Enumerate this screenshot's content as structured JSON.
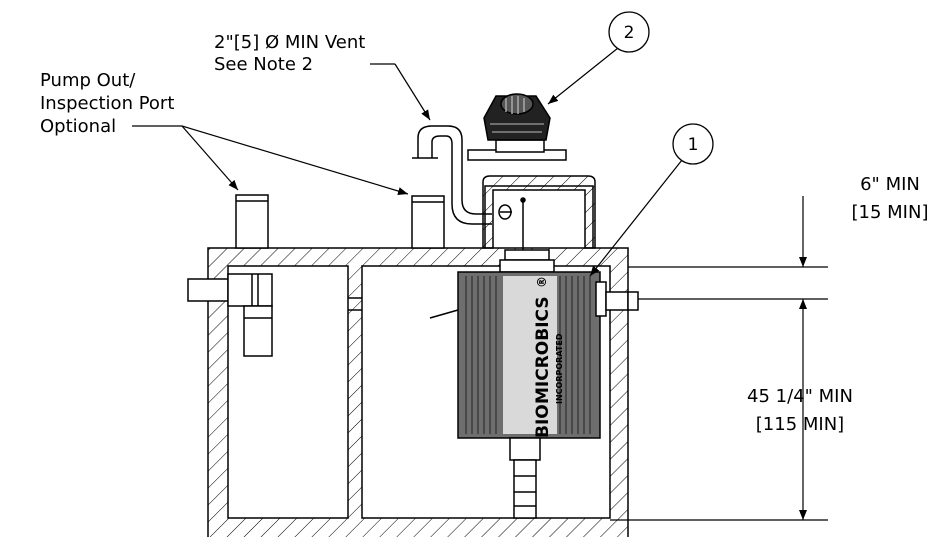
{
  "callouts": {
    "pump_out_line1": "Pump Out/",
    "pump_out_line2": "Inspection Port",
    "pump_out_line3": "Optional",
    "vent_line1": "2\"[5] Ø MIN Vent",
    "vent_line2": "See Note 2"
  },
  "balloons": {
    "unit": "1",
    "vent_cap": "2"
  },
  "dimensions": {
    "top_imperial": "6\" MIN",
    "top_metric": "[15 MIN]",
    "depth_imperial": "45 1/4\" MIN",
    "depth_metric": "[115 MIN]"
  },
  "unit_branding": {
    "prefix": "BIO",
    "name": "MICROBICS",
    "suffix": "INCORPORATED",
    "mark": "®"
  }
}
